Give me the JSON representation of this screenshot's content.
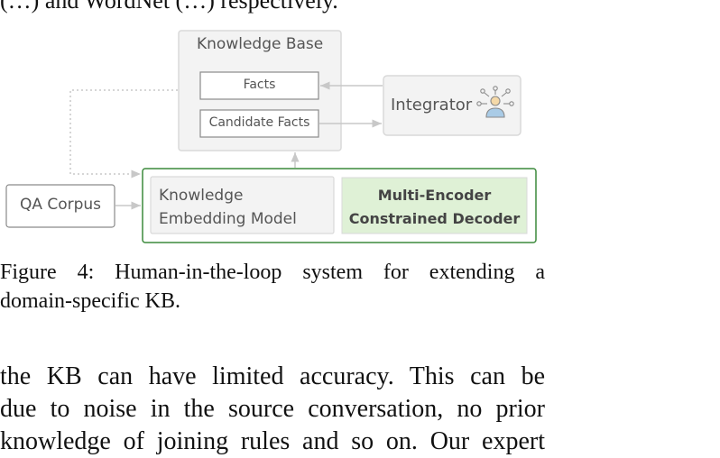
{
  "top_fragment": "(…) and WordNet (…) respectively.",
  "diagram": {
    "knowledge_base": "Knowledge Base",
    "facts": "Facts",
    "candidate_facts": "Candidate Facts",
    "integrator": "Integrator",
    "qa_corpus": "QA Corpus",
    "embedding_line1": "Knowledge",
    "embedding_line2": "Embedding Model",
    "decoder_line1": "Multi-Encoder",
    "decoder_line2": "Constrained Decoder",
    "colors": {
      "kb_fill": "#f3f3f3",
      "kb_border": "#d9d9d9",
      "green_border": "#3c8a3c",
      "decoder_fill": "#dff1d6",
      "arrow": "#c8c8c8"
    }
  },
  "caption": {
    "line1": "Figure 4:  Human-in-the-loop system for extending a",
    "line2": "domain-specific KB."
  },
  "body": {
    "line1": "the KB can have limited accuracy.  This can be",
    "line2": "due to noise in the source conversation, no prior",
    "line3": "knowledge of joining rules and so on. Our expert"
  }
}
